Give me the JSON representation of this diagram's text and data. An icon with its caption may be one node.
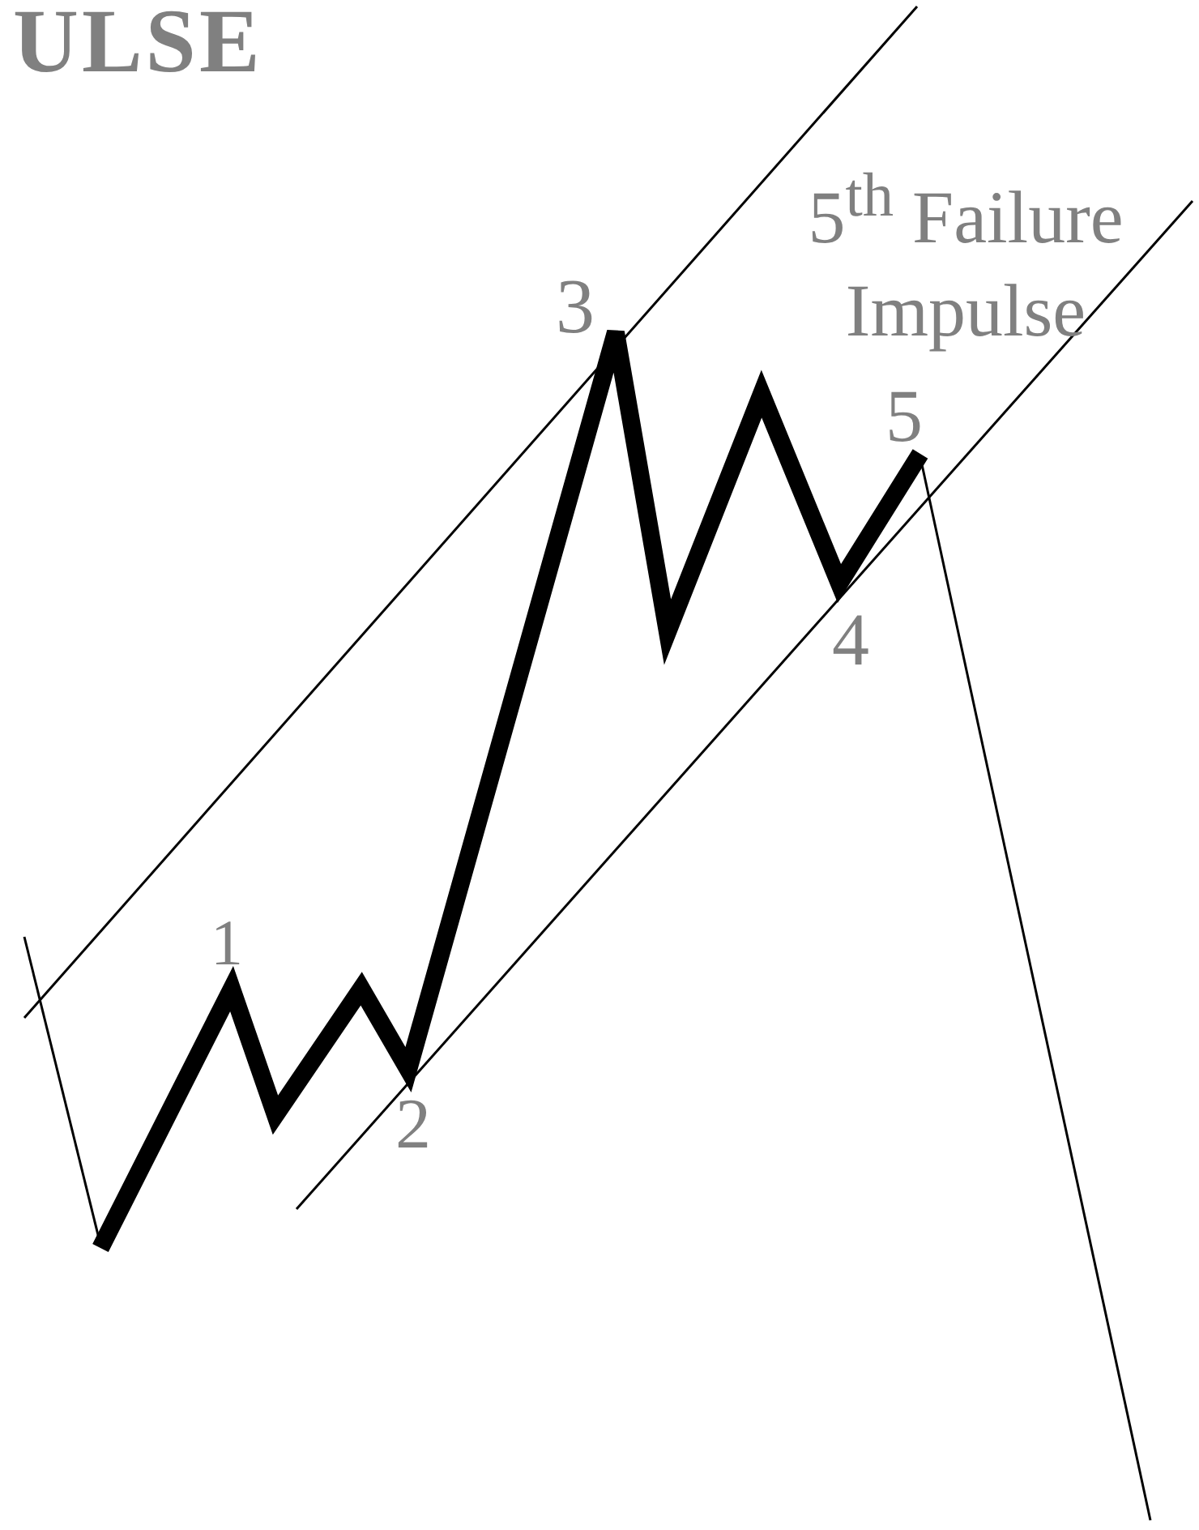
{
  "diagram": {
    "title": "ULSE",
    "labels": [
      "5$^{th}$ Failure Impulse",
      "3",
      "5",
      "4",
      "1",
      "2"
    ]
  }
}
